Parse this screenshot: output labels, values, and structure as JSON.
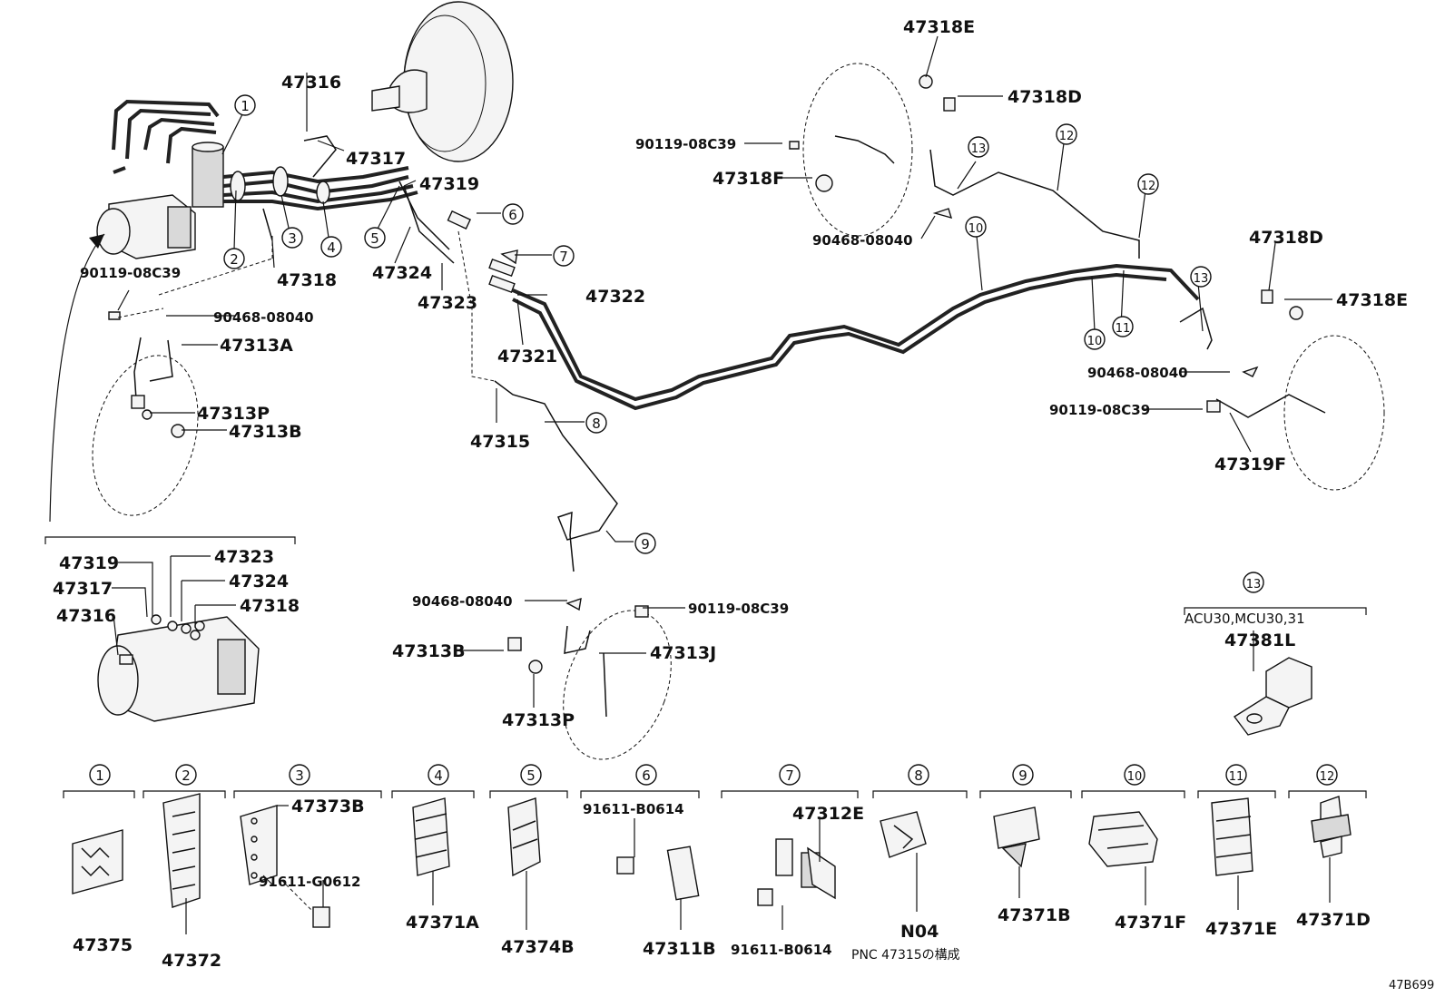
{
  "labels": {
    "p47316_top": "47316",
    "p47317_top": "47317",
    "p47319_top": "47319",
    "p47318_top": "47318",
    "p47324_top": "47324",
    "p47323_top": "47323",
    "p47322": "47322",
    "p47321": "47321",
    "p47315": "47315",
    "p90119_left": "90119-08C39",
    "p90468_left": "90468-08040",
    "p47313A": "47313A",
    "p47313P_left": "47313P",
    "p47313B_left": "47313B",
    "p47318E_top": "47318E",
    "p47318D_top": "47318D",
    "p90119_top": "90119-08C39",
    "p47318F": "47318F",
    "p90468_top": "90468-08040",
    "p47318D_right": "47318D",
    "p47318E_right": "47318E",
    "p90468_right": "90468-08040",
    "p90119_right": "90119-08C39",
    "p47319F": "47319F",
    "p90468_mid": "90468-08040",
    "p90119_mid": "90119-08C39",
    "p47313B_mid": "47313B",
    "p47313J": "47313J",
    "p47313P_mid": "47313P",
    "ins_47319": "47319",
    "ins_47323": "47323",
    "ins_47317": "47317",
    "ins_47324": "47324",
    "ins_47316": "47316",
    "ins_47318": "47318",
    "variant": "ACU30,MCU30,31",
    "p47381L": "47381L",
    "c1": "47375",
    "c2": "47372",
    "c3a": "47373B",
    "c3b": "91611-G0612",
    "c4": "47371A",
    "c5": "47374B",
    "c6a": "91611-B0614",
    "c6b": "47311B",
    "c7a": "47312E",
    "c7b": "91611-B0614",
    "c8": "N04",
    "c8note": "PNC 47315の構成",
    "c9": "47371B",
    "c10": "47371F",
    "c11": "47371E",
    "c12": "47371D",
    "code": "47B699"
  },
  "callouts": {
    "n1": "1",
    "n2": "2",
    "n3": "3",
    "n4": "4",
    "n5": "5",
    "n6": "6",
    "n7": "7",
    "n8": "8",
    "n9": "9",
    "n10": "10",
    "n11": "11",
    "n12": "12",
    "n13": "13"
  }
}
